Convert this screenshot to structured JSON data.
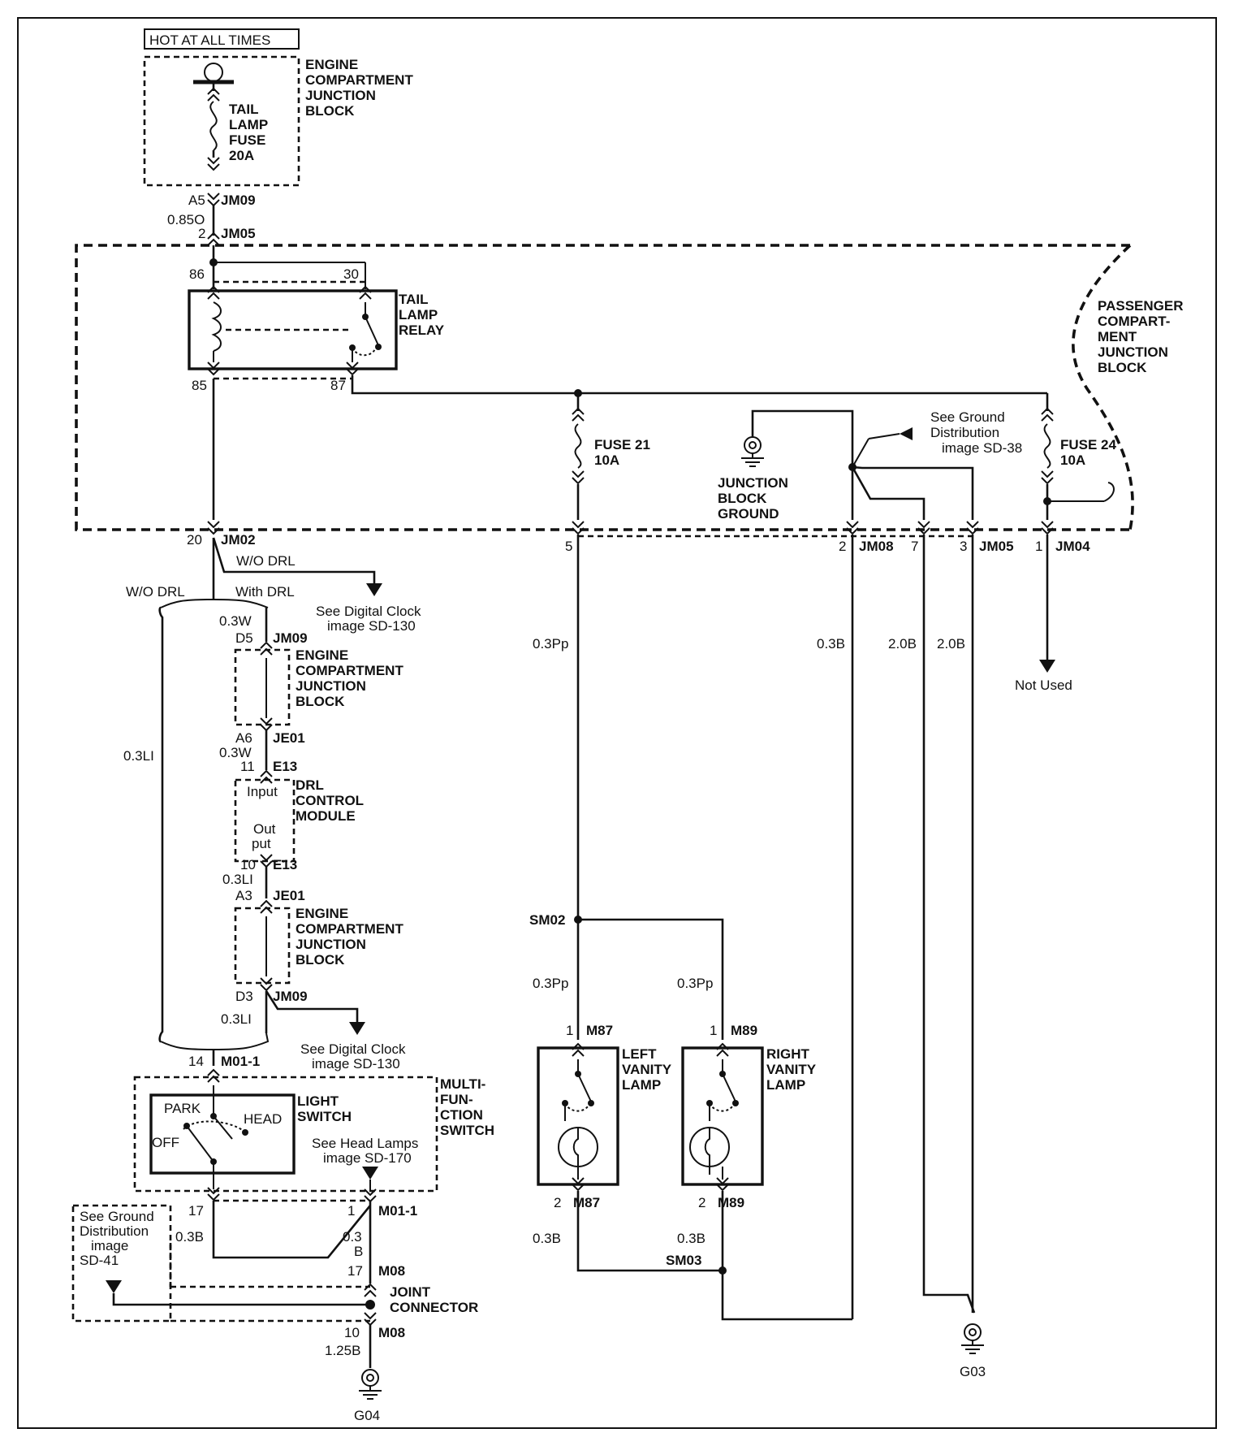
{
  "hot_label": "HOT AT ALL TIMES",
  "ecjb_top": [
    "ENGINE",
    "COMPARTMENT",
    "JUNCTION",
    "BLOCK"
  ],
  "tail_fuse": [
    "TAIL",
    "LAMP",
    "FUSE",
    "20A"
  ],
  "pin_a5": "A5",
  "conn_jm09_top": "JM09",
  "wire_085o": "0.85O",
  "pin_2_top": "2",
  "conn_jm05_top": "JM05",
  "pin_86": "86",
  "pin_30": "30",
  "pin_85": "85",
  "pin_87": "87",
  "tail_relay": [
    "TAIL",
    "LAMP",
    "RELAY"
  ],
  "passenger_jb": [
    "PASSENGER",
    "COMPART-",
    "MENT",
    "JUNCTION",
    "BLOCK"
  ],
  "fuse21": [
    "FUSE 21",
    "10A"
  ],
  "fuse24": [
    "FUSE 24",
    "10A"
  ],
  "jb_ground": [
    "JUNCTION",
    "BLOCK",
    "GROUND"
  ],
  "see_ground_38": [
    "See Ground",
    "Distribution",
    "image SD-38"
  ],
  "pin_20": "20",
  "conn_jm02": "JM02",
  "pin_5": "5",
  "pin_2_jm08": "2",
  "conn_jm08": "JM08",
  "pin_7": "7",
  "pin_3": "3",
  "conn_jm05_right": "JM05",
  "pin_1_jm04": "1",
  "conn_jm04": "JM04",
  "wo_drl_branch": "W/O DRL",
  "wo_drl": "W/O DRL",
  "with_drl": "With DRL",
  "see_clock_1": [
    "See Digital Clock",
    "image SD-130"
  ],
  "wire_03w_1": "0.3W",
  "pin_d5": "D5",
  "conn_jm09_d5": "JM09",
  "ecjb_1": [
    "ENGINE",
    "COMPARTMENT",
    "JUNCTION",
    "BLOCK"
  ],
  "pin_a6": "A6",
  "conn_je01_a6": "JE01",
  "wire_03w_2": "0.3W",
  "pin_11": "11",
  "conn_e13_11": "E13",
  "drl_module": [
    "DRL",
    "CONTROL",
    "MODULE"
  ],
  "drl_input": "Input",
  "drl_output": [
    "Out",
    "put"
  ],
  "pin_10_e13": "10",
  "conn_e13_10": "E13",
  "wire_03li_1": "0.3LI",
  "pin_a3": "A3",
  "conn_je01_a3": "JE01",
  "ecjb_2": [
    "ENGINE",
    "COMPARTMENT",
    "JUNCTION",
    "BLOCK"
  ],
  "pin_d3": "D3",
  "conn_jm09_d3": "JM09",
  "wire_03li_2": "0.3LI",
  "wire_03li_left": "0.3LI",
  "see_clock_2": [
    "See Digital Clock",
    "image SD-130"
  ],
  "pin_14": "14",
  "conn_m011_top": "M01-1",
  "light_switch": [
    "LIGHT",
    "SWITCH"
  ],
  "multi_fn_switch": [
    "MULTI-",
    "FUN-",
    "CTION",
    "SWITCH"
  ],
  "sw_park": "PARK",
  "sw_head": "HEAD",
  "sw_off": "OFF",
  "see_head": [
    "See Head Lamps",
    "image SD-170"
  ],
  "pin_17_sw": "17",
  "pin_1_sw": "1",
  "conn_m011_bot": "M01-1",
  "wire_03b_sw": "0.3B",
  "wire_03b_mid": [
    "0.3",
    "B"
  ],
  "see_ground_41": [
    "See Ground",
    "Distribution",
    "image",
    "SD-41"
  ],
  "pin_17_m08": "17",
  "conn_m08_17": "M08",
  "joint_connector": [
    "JOINT",
    "CONNECTOR"
  ],
  "pin_10_m08": "10",
  "conn_m08_10": "M08",
  "wire_125b": "1.25B",
  "g04": "G04",
  "wire_03pp_main": "0.3Pp",
  "wire_03b_jm08": "0.3B",
  "wire_20b_1": "2.0B",
  "wire_20b_2": "2.0B",
  "not_used": "Not Used",
  "sm02": "SM02",
  "wire_03pp_l": "0.3Pp",
  "wire_03pp_r": "0.3Pp",
  "pin_1_m87": "1",
  "conn_m87_1": "M87",
  "pin_1_m89": "1",
  "conn_m89_1": "M89",
  "left_vanity": [
    "LEFT",
    "VANITY",
    "LAMP"
  ],
  "right_vanity": [
    "RIGHT",
    "VANITY",
    "LAMP"
  ],
  "pin_2_m87": "2",
  "conn_m87_2": "M87",
  "pin_2_m89": "2",
  "conn_m89_2": "M89",
  "wire_03b_l": "0.3B",
  "wire_03b_r": "0.3B",
  "sm03": "SM03",
  "g03": "G03"
}
